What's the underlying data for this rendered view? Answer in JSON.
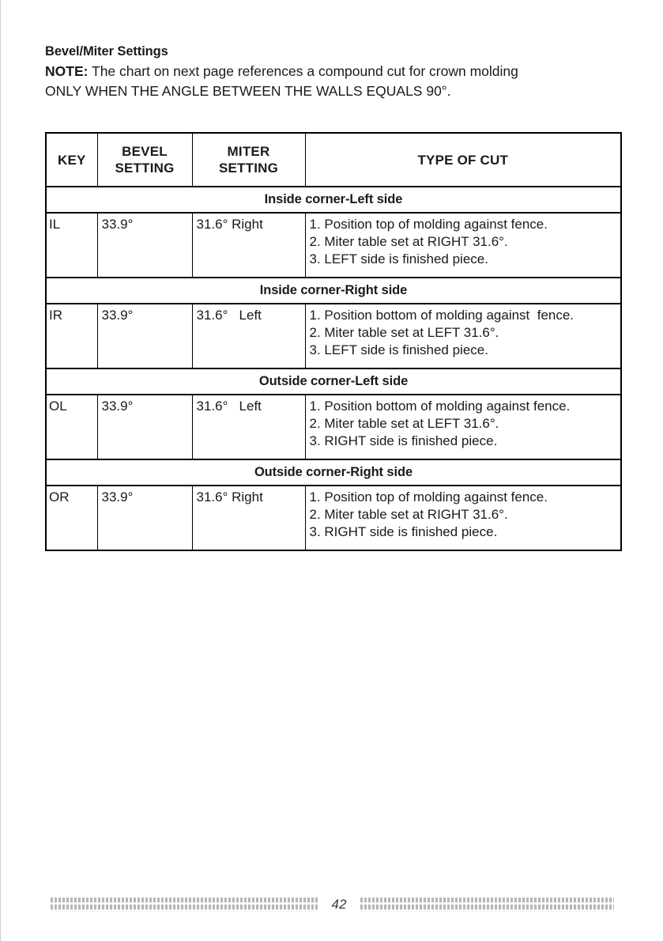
{
  "document": {
    "title": "Bevel/Miter Settings",
    "note_label": "NOTE:",
    "note_line1": " The chart on next page references a compound cut for crown molding",
    "note_line2": "ONLY WHEN THE ANGLE BETWEEN THE WALLS EQUALS 90°."
  },
  "table": {
    "headers": {
      "key": "KEY",
      "bevel_line1": "BEVEL",
      "bevel_line2": "SETTING",
      "miter_line1": "MITER",
      "miter_line2": "SETTING",
      "type_of_cut": "TYPE OF CUT"
    },
    "sections": [
      {
        "band": "Inside corner-Left side",
        "key": "IL",
        "bevel": "33.9°",
        "miter": "31.6° Right",
        "steps": [
          "1. Position top of molding against fence.",
          "2. Miter table set at RIGHT 31.6°.",
          "3. LEFT side is finished piece."
        ]
      },
      {
        "band": "Inside corner-Right side",
        "key": "IR",
        "bevel": "33.9°",
        "miter": "31.6°   Left",
        "steps": [
          "1. Position bottom of molding against  fence.",
          "2. Miter table set at LEFT 31.6°.",
          "3. LEFT side is finished piece."
        ]
      },
      {
        "band": "Outside corner-Left side",
        "key": "OL",
        "bevel": "33.9°",
        "miter": "31.6°   Left",
        "steps": [
          "1. Position bottom of molding against fence.",
          "2. Miter table set at LEFT 31.6°.",
          "3. RIGHT side is finished piece."
        ]
      },
      {
        "band": "Outside corner-Right side",
        "key": "OR",
        "bevel": "33.9°",
        "miter": "31.6° Right",
        "steps": [
          "1. Position top of molding against fence.",
          "2. Miter table set at RIGHT 31.6°.",
          "3. RIGHT side is finished piece."
        ]
      }
    ]
  },
  "footer": {
    "page_number": "42"
  }
}
